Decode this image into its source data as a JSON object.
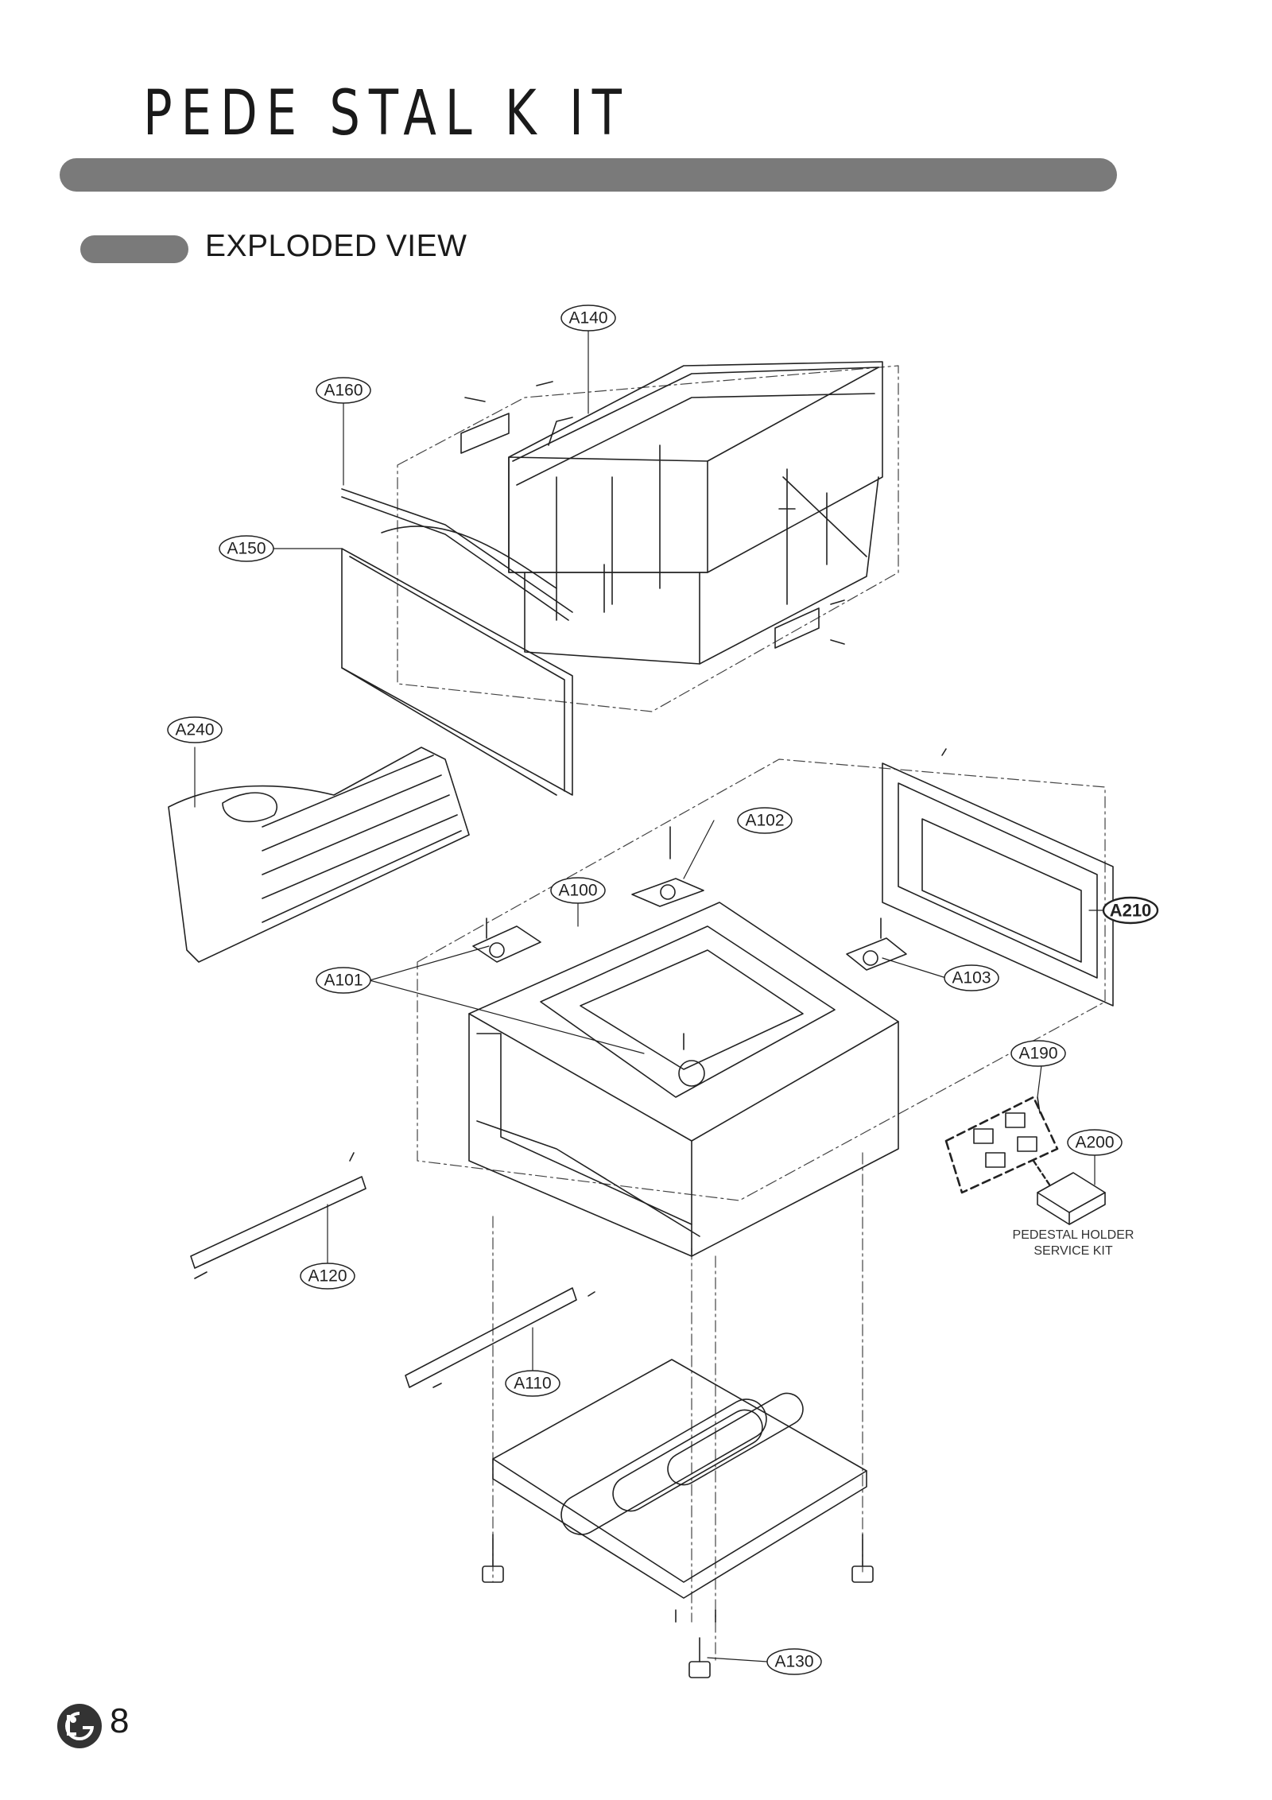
{
  "header": {
    "title": "PEDE STAL K IT",
    "section": "EXPLODED VIEW"
  },
  "parts": {
    "A140": "A140",
    "A160": "A160",
    "A150": "A150",
    "A240": "A240",
    "A102": "A102",
    "A100": "A100",
    "A210": "A210",
    "A101": "A101",
    "A103": "A103",
    "A190": "A190",
    "A200": "A200",
    "A120": "A120",
    "A110": "A110",
    "A130": "A130"
  },
  "kit_caption": {
    "line1": "PEDESTAL HOLDER",
    "line2": "SERVICE KIT"
  },
  "footer": {
    "logo_icon": "lg-logo-icon",
    "page_number": "8"
  }
}
